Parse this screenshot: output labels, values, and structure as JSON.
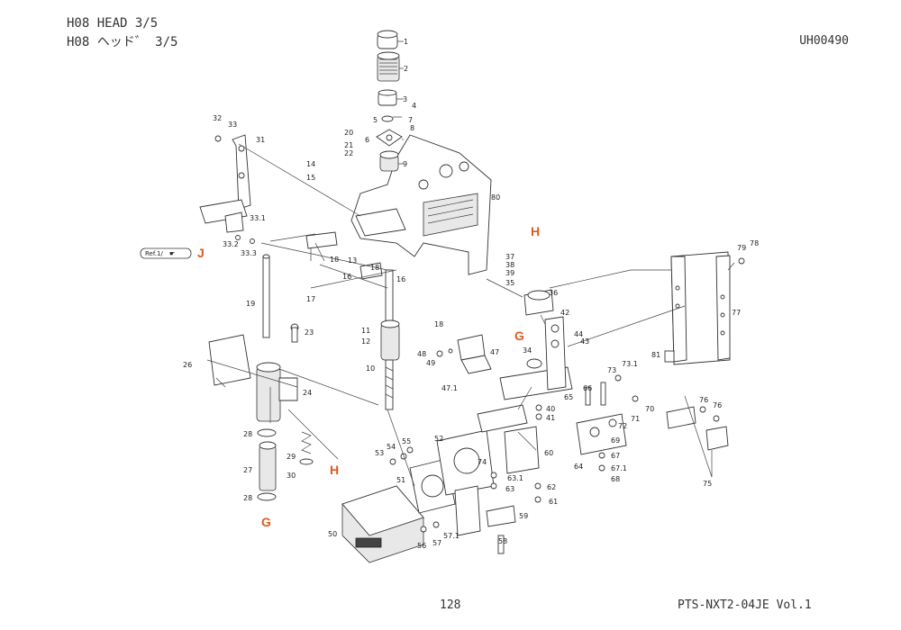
{
  "header": {
    "title_en": "H08 HEAD  3/5",
    "title_jp": "H08 ヘッド゛ 3/5",
    "doc_code": "UH00490"
  },
  "footer": {
    "page_number": "128",
    "manual_id": "PTS-NXT2-04JE  Vol.1"
  },
  "reference_letters": [
    "J",
    "G",
    "H",
    "H",
    "G"
  ],
  "ref_box_label": "Ref.1/",
  "part_labels": [
    "1",
    "2",
    "3",
    "4",
    "5",
    "6",
    "7",
    "8",
    "9",
    "10",
    "11",
    "12",
    "13",
    "14",
    "15",
    "16",
    "16",
    "17",
    "18",
    "18",
    "18",
    "19",
    "20",
    "21",
    "22",
    "23",
    "24",
    "26",
    "27",
    "28",
    "28",
    "29",
    "30",
    "31",
    "32",
    "33",
    "33.1",
    "33.2",
    "33.3",
    "34",
    "35",
    "36",
    "37",
    "38",
    "39",
    "40",
    "41",
    "42",
    "43",
    "44",
    "47",
    "47.1",
    "48",
    "49",
    "50",
    "51",
    "52",
    "53",
    "54",
    "55",
    "56",
    "57",
    "57.1",
    "58",
    "59",
    "60",
    "61",
    "62",
    "63",
    "63.1",
    "64",
    "65",
    "66",
    "67",
    "67.1",
    "68",
    "69",
    "70",
    "71",
    "72",
    "73",
    "73.1",
    "74",
    "75",
    "76",
    "76",
    "77",
    "78",
    "79",
    "80",
    "81"
  ]
}
